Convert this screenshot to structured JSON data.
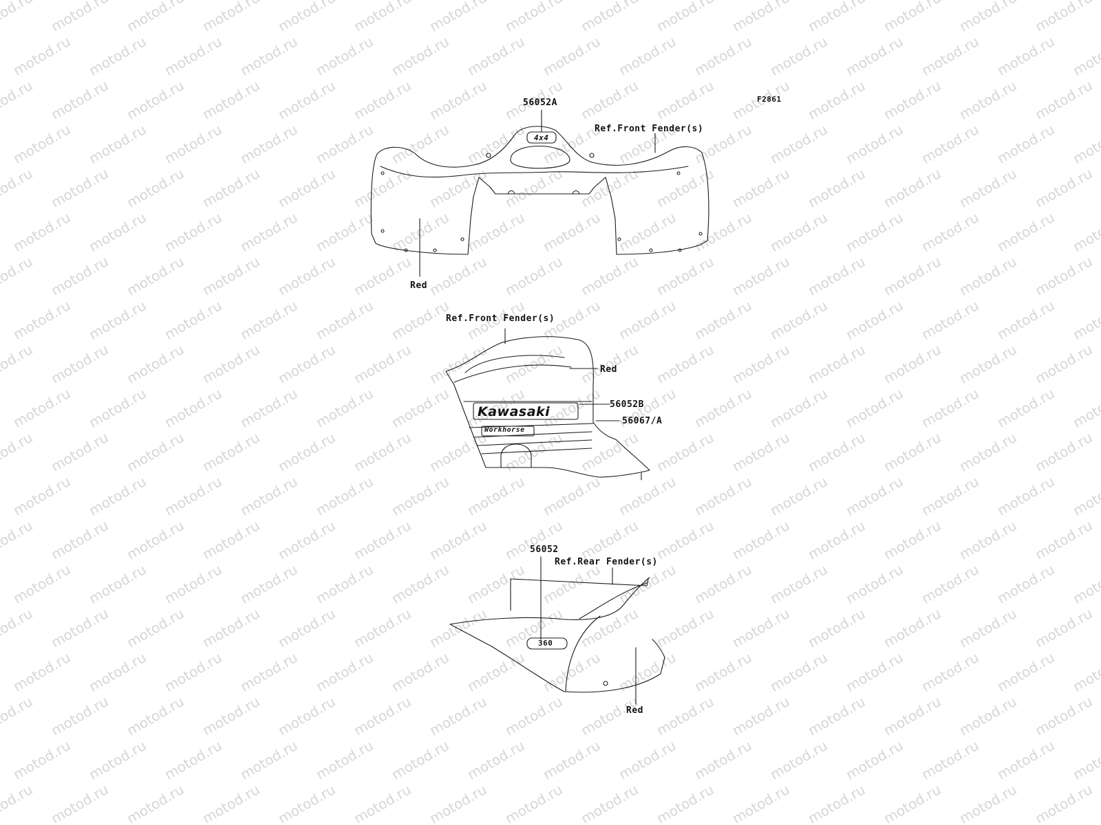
{
  "watermark": "motod.ru",
  "figure_code": "F2861",
  "top_view": {
    "part_label": "56052A",
    "ref_label": "Ref.Front Fender(s)",
    "color_label": "Red",
    "decal_text": "4x4"
  },
  "middle_view": {
    "ref_label": "Ref.Front Fender(s)",
    "color_label": "Red",
    "part_label_b": "56052B",
    "part_label_a": "56067/A",
    "brand_text": "Kawasaki",
    "model_text": "Workhorse"
  },
  "bottom_view": {
    "part_label": "56052",
    "ref_label": "Ref.Rear Fender(s)",
    "color_label": "Red",
    "decal_text": "360"
  },
  "colors": {
    "line": "#1a1a1a",
    "watermark": "#d6d6d6",
    "background": "#ffffff"
  }
}
